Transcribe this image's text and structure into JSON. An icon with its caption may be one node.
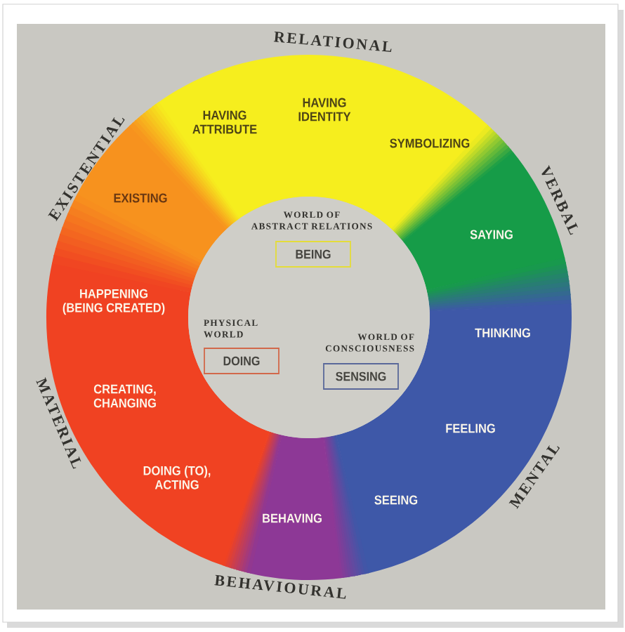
{
  "diagram": {
    "nodes": [
      {
        "text": [
          "HAVING ATTRIBUTE",
          "HAVING IDENTITY",
          "SYMBOLIZING"
        ],
        "beside": [
          "RELATIONAL"
        ]
      },
      {
        "text": [
          "SAYING"
        ],
        "beside": [
          "VERBAL"
        ]
      },
      {
        "text": [
          "THINKING",
          "FEELING",
          "SEEING"
        ],
        "beside": [
          "MENTAL"
        ]
      },
      {
        "text": [
          "BEHAVING"
        ],
        "beside": [
          "BEHAVIOURAL"
        ]
      },
      {
        "text": [
          "HAPPENING (BEING CREATED)",
          "CREATING, CHANGING",
          "DOING (TO), ACTING"
        ],
        "beside": [
          "MATERIAL"
        ]
      },
      {
        "text": [
          "EXISTING"
        ],
        "beside": [
          "EXISTENTIAL"
        ]
      },
      {
        "text": [
          "WORLD OF ABSTRACT RELATIONS",
          "PHYSICAL WORLD",
          "WORLD OF CONSCIOUSNESS"
        ]
      },
      {
        "text": [
          "BEING"
        ],
        "in": 6
      },
      {
        "text": [
          "DOING"
        ],
        "in": 6
      },
      {
        "text": [
          "SENSING"
        ],
        "in": 6
      }
    ]
  }
}
